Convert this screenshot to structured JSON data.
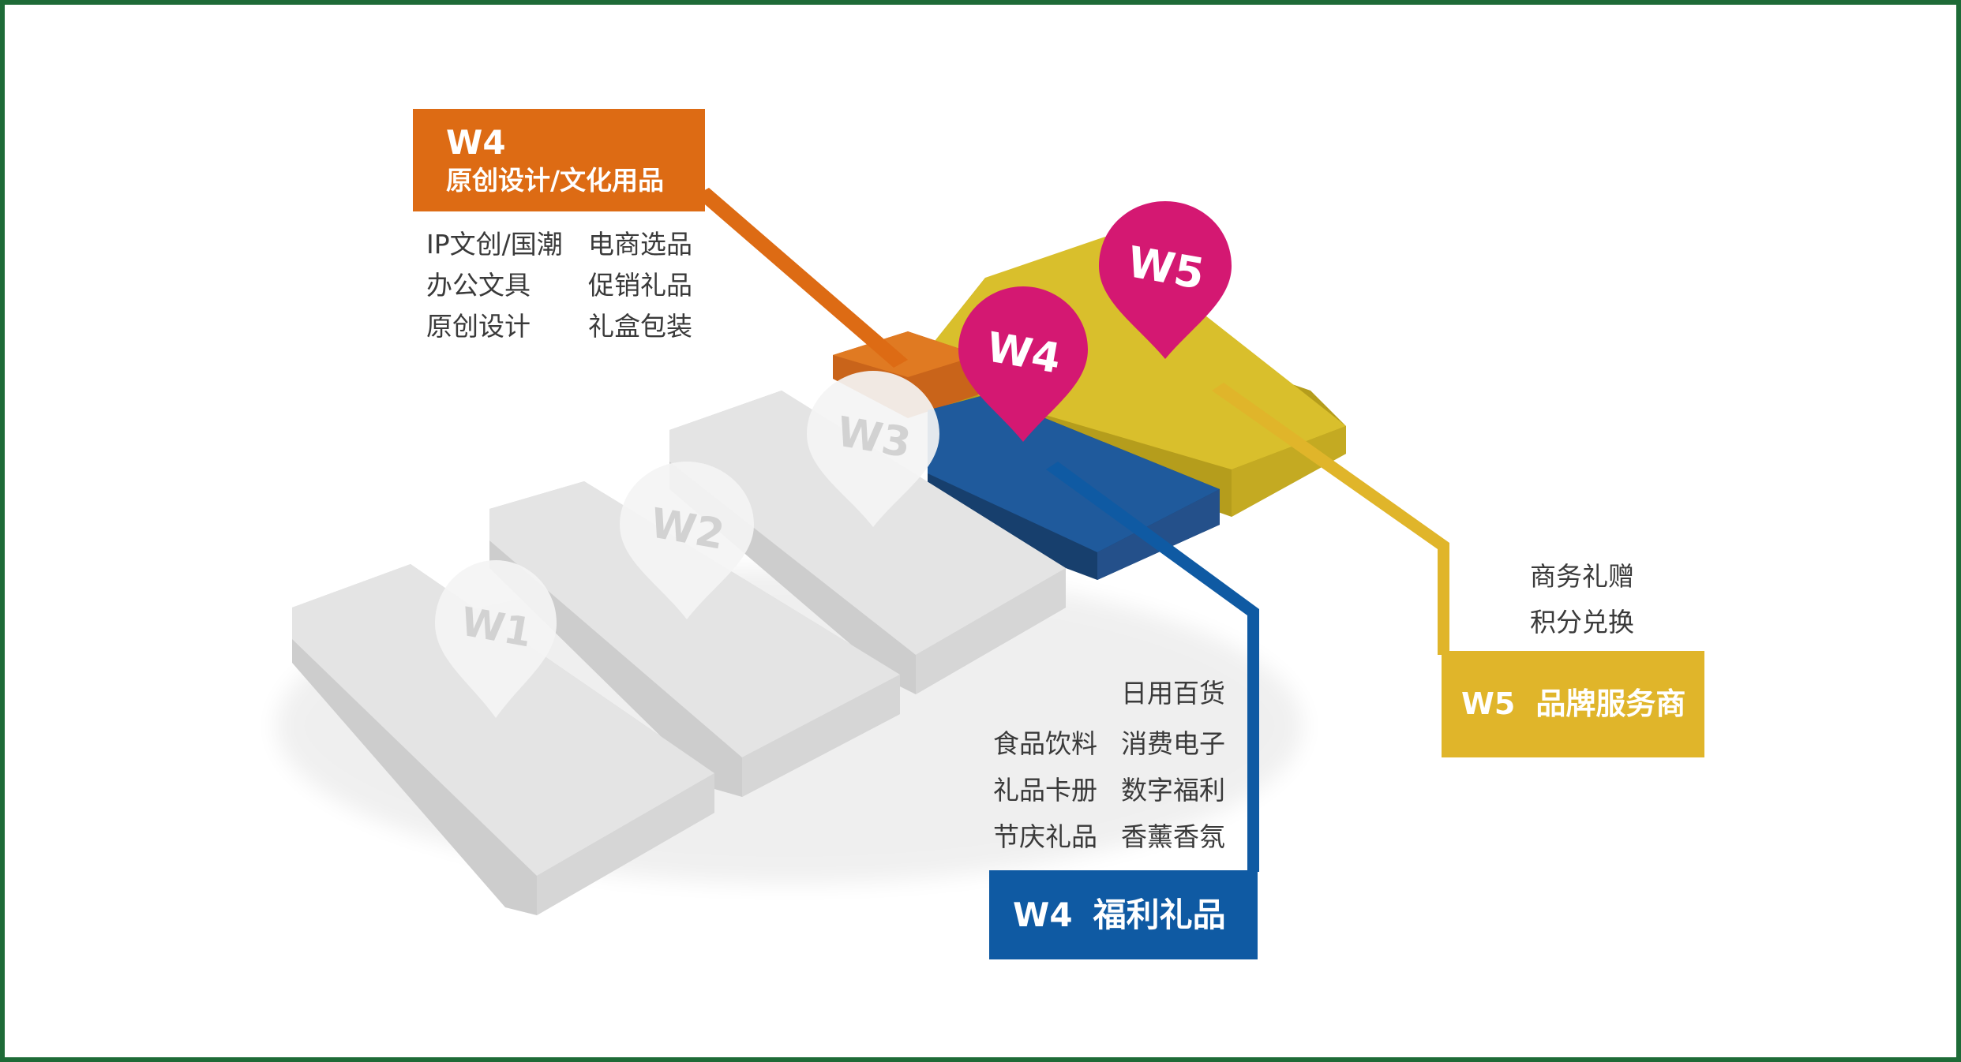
{
  "colors": {
    "frame": "#1e6b37",
    "hall_gray": "#e0e0e0",
    "hall_orange": "#e07a22",
    "hall_blue": "#1f5a9c",
    "hall_yellow": "#d9bf2c",
    "pin_magenta": "#d41872",
    "pin_white": "#f4f4f4",
    "box_orange": "#dd6b14",
    "box_blue": "#0f5aa3",
    "box_yellow": "#e0b52a"
  },
  "pins": {
    "w1": "W1",
    "w2": "W2",
    "w3": "W3",
    "w4": "W4",
    "w5": "W5"
  },
  "w4_culture": {
    "code": "W4",
    "name": "原创设计/文化用品",
    "items_left": [
      "IP文创/国潮",
      "办公文具",
      "原创设计"
    ],
    "items_right": [
      "电商选品",
      "促销礼品",
      "礼盒包装"
    ]
  },
  "w4_welfare": {
    "code": "W4",
    "name": "福利礼品",
    "items_top": "日用百货",
    "items_left": [
      "食品饮料",
      "礼品卡册",
      "节庆礼品"
    ],
    "items_right": [
      "消费电子",
      "数字福利",
      "香薰香氛"
    ]
  },
  "w5_brand": {
    "code": "W5",
    "name": "品牌服务商",
    "items": [
      "商务礼赠",
      "积分兑换"
    ]
  }
}
